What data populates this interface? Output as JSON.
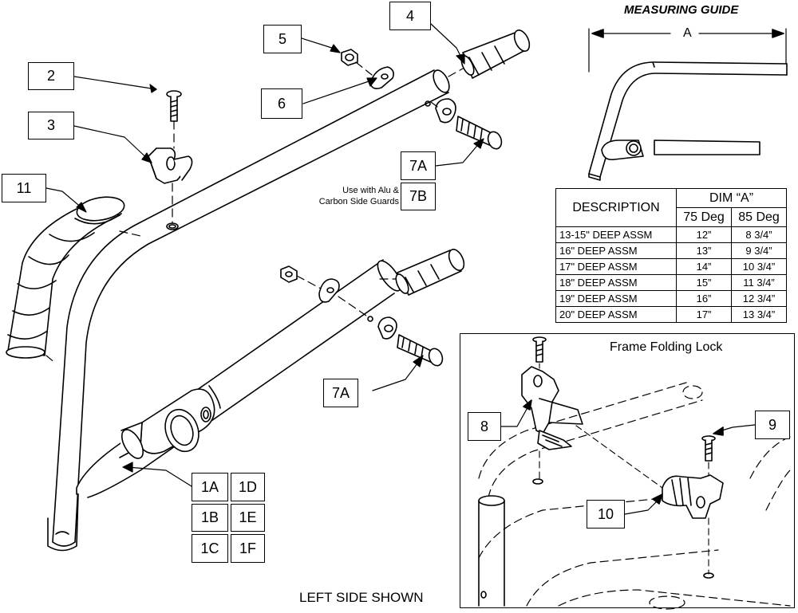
{
  "callouts": {
    "c2": "2",
    "c3": "3",
    "c4": "4",
    "c5": "5",
    "c6": "6",
    "c7a_top": "7A",
    "c7b": "7B",
    "c7a_bottom": "7A",
    "c8": "8",
    "c9": "9",
    "c10": "10",
    "c11": "11",
    "c1a": "1A",
    "c1b": "1B",
    "c1c": "1C",
    "c1d": "1D",
    "c1e": "1E",
    "c1f": "1F"
  },
  "note_7b": [
    "Use with Alu &",
    "Carbon Side Guards"
  ],
  "measuring_guide": {
    "title": "MEASURING GUIDE",
    "dim_label": "A"
  },
  "table": {
    "description_header": "DESCRIPTION",
    "dim_header": "DIM “A”",
    "col_75": "75 Deg",
    "col_85": "85 Deg",
    "rows": [
      {
        "desc": "13-15\" DEEP ASSM",
        "d75": "12”",
        "d85": "8 3/4”"
      },
      {
        "desc": "16\" DEEP ASSM",
        "d75": "13”",
        "d85": "9 3/4”"
      },
      {
        "desc": "17\" DEEP ASSM",
        "d75": "14”",
        "d85": "10 3/4”"
      },
      {
        "desc": "18\" DEEP ASSM",
        "d75": "15”",
        "d85": "11 3/4”"
      },
      {
        "desc": "19\" DEEP ASSM",
        "d75": "16”",
        "d85": "12 3/4”"
      },
      {
        "desc": "20\" DEEP ASSM",
        "d75": "17”",
        "d85": "13 3/4”"
      }
    ]
  },
  "inset_title": "Frame Folding Lock",
  "caption": "LEFT SIDE SHOWN"
}
